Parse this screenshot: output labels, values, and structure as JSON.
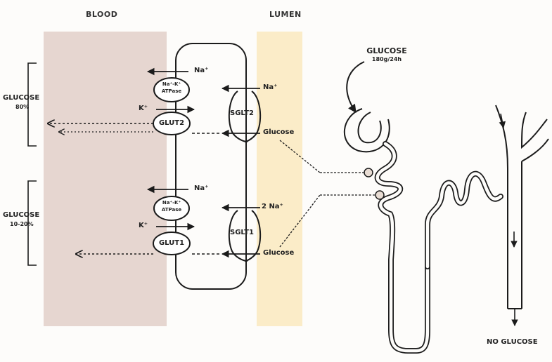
{
  "headers": {
    "blood": "BLOOD",
    "lumen": "LUMEN"
  },
  "upper": {
    "range_label": "GLUCOSE",
    "range_value": "80%",
    "pump_line1": "Na⁺-K⁺",
    "pump_line2": "ATPase",
    "pump_na": "Na⁺",
    "pump_k": "K⁺",
    "glut": "GLUT2",
    "sglt": "SGLT2",
    "lumen_na": "Na⁺",
    "lumen_glucose": "Glucose"
  },
  "lower": {
    "range_label": "GLUCOSE",
    "range_value": "10-20%",
    "pump_line1": "Na⁺-K⁺",
    "pump_line2": "ATPase",
    "pump_na": "Na⁺",
    "pump_k": "K⁺",
    "glut": "GLUT1",
    "sglt": "SGLT1",
    "lumen_na": "2 Na⁺",
    "lumen_glucose": "Glucose"
  },
  "filtered": {
    "label": "GLUCOSE",
    "amount": "180g/24h"
  },
  "outlet": {
    "label": "NO GLUCOSE"
  },
  "colors": {
    "blood": "#e6d6d0",
    "lumen": "#fbecc8",
    "ink": "#1b1b1b",
    "node": "#e8dcd3"
  }
}
